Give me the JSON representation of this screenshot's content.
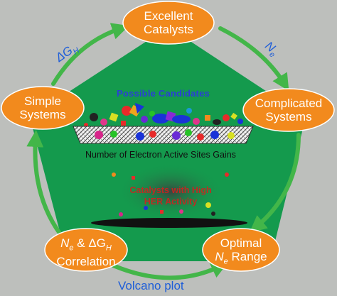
{
  "nodes": {
    "top": {
      "line1": "Excellent",
      "line2": "Catalysts"
    },
    "right": {
      "line1": "Complicated",
      "line2": "Systems"
    },
    "bottom_right": {
      "line1": "Optimal",
      "line2": "N",
      "line2_sub": "e",
      "line2_rest": " Range"
    },
    "bottom_left": {
      "line1_a": "N",
      "line1_sub_a": "e",
      "line1_b": " & ΔG",
      "line1_sub_b": "H",
      "line2": "Correlation"
    },
    "left": {
      "line1": "Simple",
      "line2": "Systems"
    }
  },
  "arrows": {
    "left_upper": {
      "symbol": "ΔG",
      "sub": "H"
    },
    "right_upper": {
      "symbol": "N",
      "sub": "e"
    },
    "bottom": {
      "label": "Volcano plot"
    }
  },
  "center": {
    "candidates_label": "Possible Candidates",
    "sites_label": "Number of Electron Active Sites Gains",
    "her_line1": "Catalysts with High",
    "her_line2": "HER Activity"
  },
  "colors": {
    "oval": "#f28a1d",
    "pentagon": "#149a4d",
    "arrow": "#43b649",
    "background": "#bdbfbc"
  }
}
